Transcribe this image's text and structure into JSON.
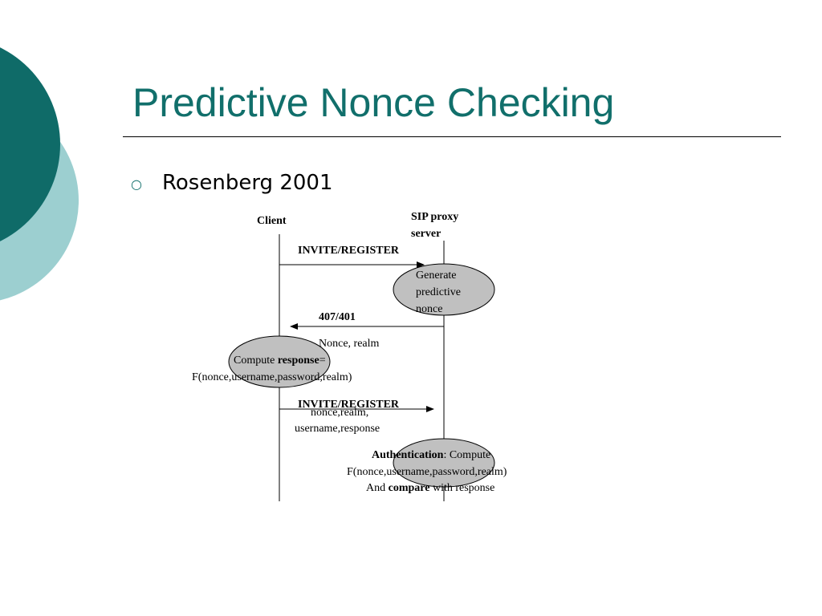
{
  "slide": {
    "title": "Predictive Nonce Checking",
    "bullet": "Rosenberg 2001"
  },
  "diagram": {
    "participants": {
      "client": "Client",
      "server_line1": "SIP proxy",
      "server_line2": "server"
    },
    "messages": {
      "invite1": "INVITE/REGISTER",
      "challenge": "407/401",
      "challenge_params": "Nonce, realm",
      "invite2": "INVITE/REGISTER",
      "invite2_params_line1": "nonce,realm,",
      "invite2_params_line2": "username,response"
    },
    "notes": {
      "generate_line1": "Generate",
      "generate_line2": "predictive",
      "generate_line3": "nonce",
      "compute_prefix": "Compute ",
      "compute_bold": "response",
      "compute_suffix": "=",
      "compute_formula": "F(nonce,username,password,realm)",
      "auth_bold": "Authentication",
      "auth_suffix": ": Compute",
      "auth_formula": "F(nonce,username,password,realm)",
      "auth_prefix2": "And ",
      "auth_bold2": "compare",
      "auth_suffix2": " with response"
    }
  },
  "colors": {
    "title": "#116f6b",
    "circle_dark": "#0f6b68",
    "circle_light": "#9ccfd0",
    "ellipse_fill": "#c0c0c0"
  }
}
